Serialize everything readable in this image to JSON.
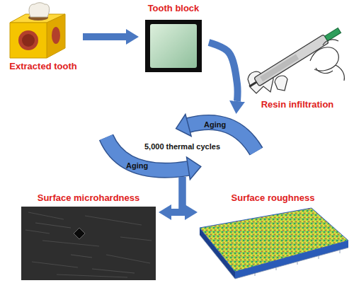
{
  "diagram": {
    "nodes": [
      {
        "text": [
          "Extracted tooth"
        ]
      },
      {
        "text": [
          "Tooth block"
        ]
      },
      {
        "text": [
          "Resin infiltration"
        ]
      },
      {
        "text": [
          "Aging",
          "5,000 thermal cycles",
          "Aging"
        ]
      },
      {
        "text": [
          "Surface microhardness"
        ]
      },
      {
        "text": [
          "Surface roughness"
        ]
      }
    ],
    "edges": [
      {
        "from": 0,
        "to": 1,
        "arrow": "to"
      },
      {
        "from": 1,
        "to": 3,
        "arrow": "to"
      },
      {
        "from": 3,
        "to": 4,
        "arrow": "to"
      },
      {
        "from": 3,
        "to": 5,
        "arrow": "to"
      }
    ]
  }
}
